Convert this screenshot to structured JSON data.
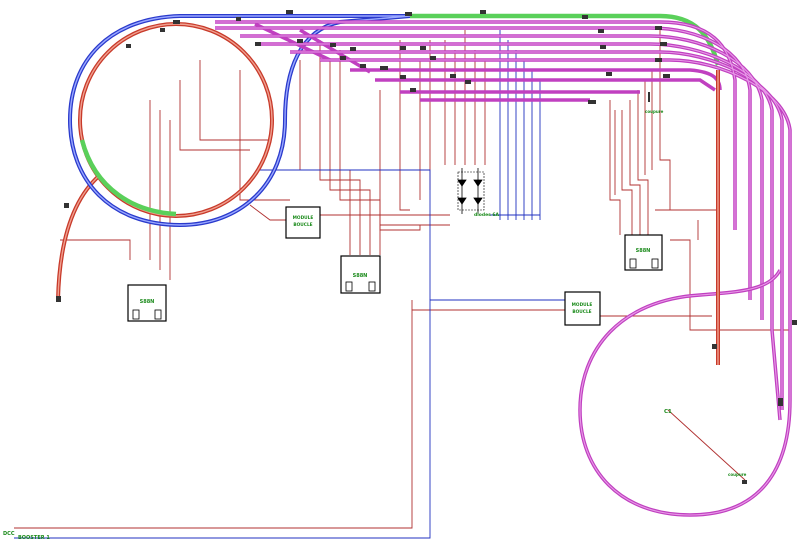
{
  "colors": {
    "track_pink": "#c040c0",
    "track_pink_light": "#e89ae8",
    "track_red": "#c83a2a",
    "track_red_light": "#f0a090",
    "track_blue": "#2a3acc",
    "track_blue_light": "#9aa8ff",
    "track_green": "#5ad05a",
    "wire_red": "#b03030",
    "wire_blue": "#2030c0",
    "label_green": "#1a8a1a",
    "block_black": "#000000"
  },
  "labels": {
    "s88n_left": "S88N",
    "s88n_center": "S88N",
    "s88n_right": "S88N",
    "module_boucle_1_line1": "MODULE",
    "module_boucle_1_line2": "BOUCLE",
    "module_boucle_2_line1": "MODULE",
    "module_boucle_2_line2": "BOUCLE",
    "diodes": "diodes 6A",
    "coupure_top": "coupure",
    "coupure_loop": "coupure",
    "c1": "C1",
    "dcc": "DCC",
    "booster": "BOOSTER 1"
  }
}
